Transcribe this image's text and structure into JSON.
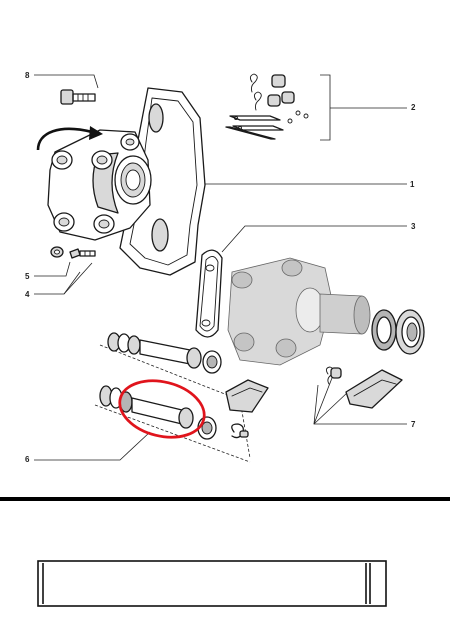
{
  "callouts": {
    "c1": "1",
    "c2": "2",
    "c3": "3",
    "c4": "4",
    "c5": "5",
    "c6": "6",
    "c7": "7",
    "c8": "8"
  },
  "colors": {
    "ink": "#1a1a1a",
    "highlight": "#e0141c",
    "separator": "#000000"
  },
  "icons": {
    "arrow": "curved-arrow-icon"
  }
}
